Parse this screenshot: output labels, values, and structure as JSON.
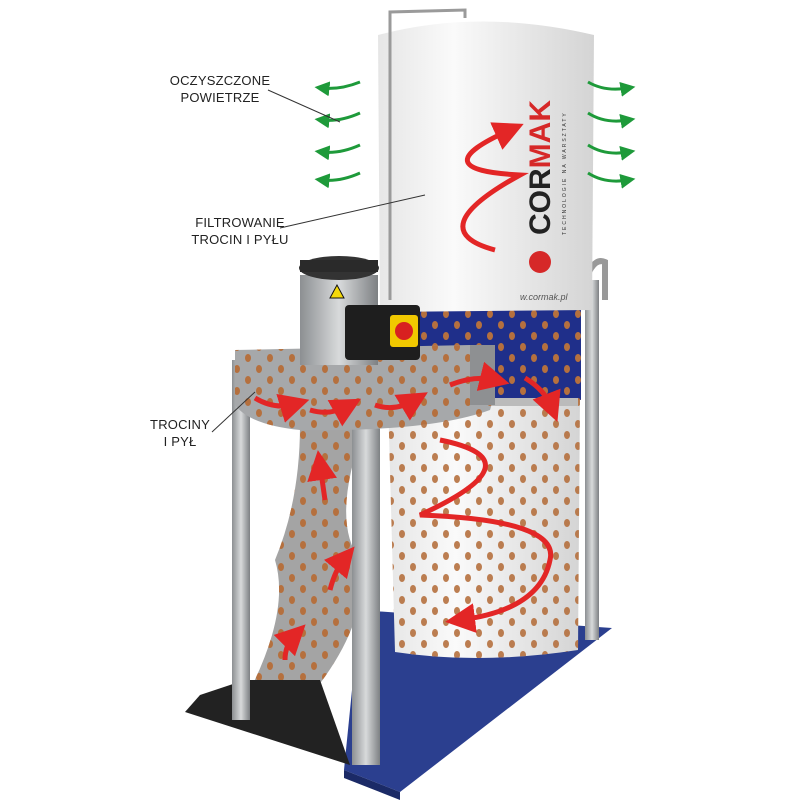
{
  "labels": {
    "clean_air": [
      "OCZYSZCZONE",
      "POWIETRZE"
    ],
    "filtering": [
      "FILTROWANIE",
      "TROCIN I PYŁU"
    ],
    "dust": [
      "TROCINY",
      "I PYŁ"
    ]
  },
  "brand": {
    "logo": "CORMAK",
    "tagline": "TECHNOLOGIE NA WARSZTATY",
    "url": "w.cormak.pl"
  },
  "colors": {
    "arrow_air": "#1e9a3a",
    "arrow_flow": "#e32626",
    "base": "#2b3f8f",
    "dust": "#b5703e",
    "frame": "#a9acae"
  }
}
